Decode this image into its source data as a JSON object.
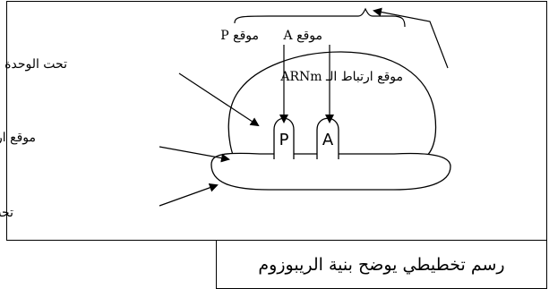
{
  "diagram": {
    "labels": {
      "p_site": "موقع P",
      "a_site": "موقع A",
      "large_subunit": "تحت الوحدة الكبرى",
      "small_subunit": "تحت الوحدة الصغرى",
      "mrna_site_top": "موقع ارتباط الـ ARNm",
      "mrna_site_left": "موقع ارتباط الـ ARNm",
      "p_letter": "P",
      "a_letter": "A"
    }
  },
  "caption": {
    "text": "رسم تخطيطي يوضح بنية الريبوزوم"
  },
  "colors": {
    "stroke": "#000000",
    "background": "#ffffff"
  }
}
